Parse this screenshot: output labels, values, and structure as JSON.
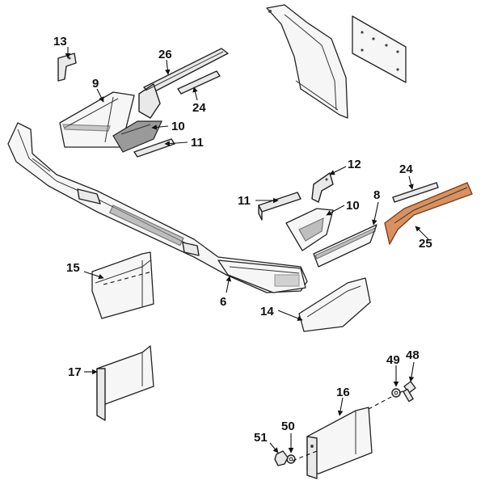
{
  "colors": {
    "accent_part": "#d9925f",
    "line": "#222222",
    "fill": "#e9e9e9",
    "background": "#ffffff"
  },
  "callouts": {
    "c13": "13",
    "c26": "26",
    "c9": "9",
    "c24_top": "24",
    "c10_top": "10",
    "c11_top": "11",
    "c12": "12",
    "c24_right": "24",
    "c11_mid": "11",
    "c10_mid": "10",
    "c8": "8",
    "c25": "25",
    "c15": "15",
    "c6": "6",
    "c14": "14",
    "c17": "17",
    "c49": "49",
    "c48": "48",
    "c16": "16",
    "c50": "50",
    "c51": "51"
  }
}
